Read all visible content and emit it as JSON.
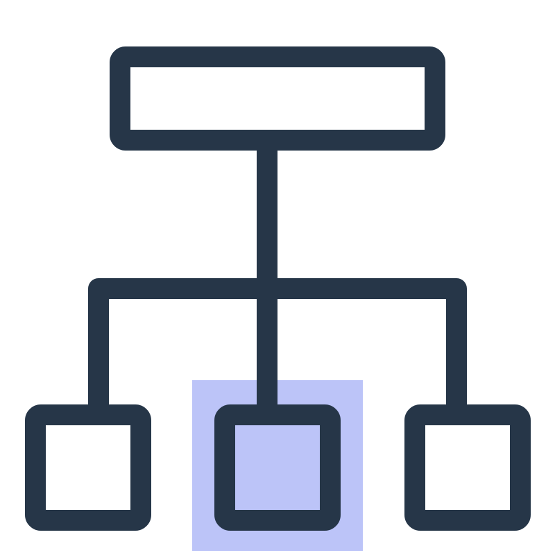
{
  "icon": {
    "name": "hierarchy-org-chart-icon",
    "stroke_color": "#263648",
    "highlight_color": "#bcc4f8",
    "background_color": "#ffffff",
    "nodes": [
      {
        "role": "root"
      },
      {
        "role": "child-left"
      },
      {
        "role": "child-center",
        "highlighted": true
      },
      {
        "role": "child-right"
      }
    ]
  }
}
